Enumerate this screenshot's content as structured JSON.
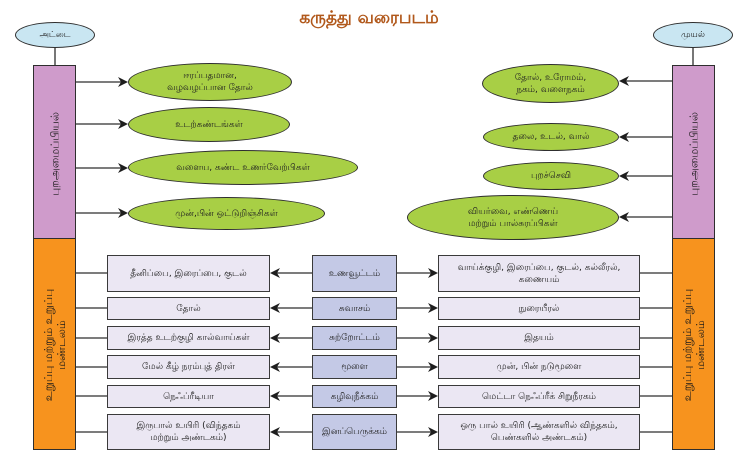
{
  "title": "கருத்து வரைபடம்",
  "colors": {
    "title": "#b1581b",
    "green_node": "#a8cf45",
    "morphology_bar": "#cf9bcb",
    "organ_system_bar": "#f7931e",
    "animal_oval": "#c9e6f2",
    "side_box": "#ebe7f3",
    "middle_box": "#c4c9e6"
  },
  "left": {
    "animal": "அட்டை",
    "morphology_label": "புறஅமைப்பியல்",
    "organ_label": "உறுப்பு மற்றும் உறுப்பு\nமண்டலம்",
    "features": [
      "ஈரப்பதமான,\nவழவழப்பான தோல்",
      "உடற்கண்டங்கள்",
      "வளைய, கண்ட உணர்வேற்பிகள்",
      "முன்,பின் ஒட்டுறிஞ்சிகள்"
    ]
  },
  "right": {
    "animal": "முயல்",
    "morphology_label": "புறஅமைப்பியல்",
    "organ_label": "உறுப்பு மற்றும் உறுப்பு\nமண்டலம்",
    "features": [
      "தோல், உரோமம்,\nநகம், வளைநகம்",
      "தலை, உடல், வால்",
      "புறச்செவி",
      "வியர்வை, எண்ணெய்\nமற்றும் பால்சுரப்பிகள்"
    ]
  },
  "rows": [
    {
      "left": "தீனிப்பை, இரைப்பை, குடல்",
      "system": "உணவூட்டம்",
      "right": "வாய்க்குழி, இரைப்பை, குடல், கல்லீரல்,\nகணையம்"
    },
    {
      "left": "தோல்",
      "system": "சுவாசம்",
      "right": "நுரையீரல்"
    },
    {
      "left": "இரத்த உடற்குழி கால்வாய்கள்",
      "system": "சுற்றோட்டம்",
      "right": "இதயம்"
    },
    {
      "left": "மேல் கீழ் நரம்புத் திரள்",
      "system": "மூளை",
      "right": "முன், பின் நடுமூளை"
    },
    {
      "left": "நெஃப்ரீடியா",
      "system": "கழிவுநீக்கம்",
      "right": "மெட்டா நெஃப்ரீக் சிறுநீரகம்"
    },
    {
      "left": "இருபால் உயிரி (விந்தகம்\nமற்றும் அண்டகம்)",
      "system": "இனப்பெருக்கம்",
      "right": "ஒரு பால் உயிரி (ஆண்களில் விந்தகம்,\nபெண்களில் அண்டகம்)"
    }
  ]
}
